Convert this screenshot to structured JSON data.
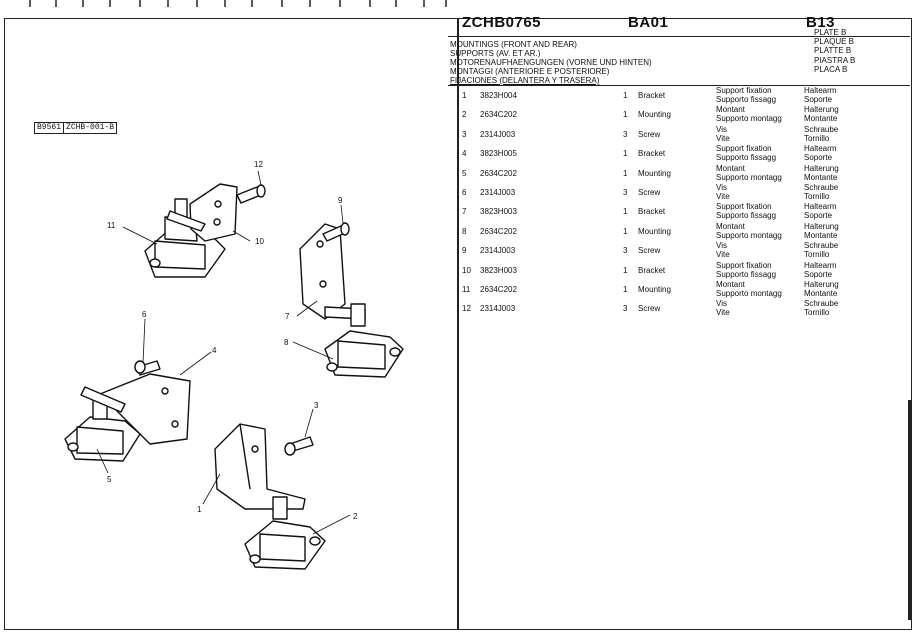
{
  "header": {
    "code": "ZCHB0765",
    "group": "BA01",
    "section": "B13"
  },
  "description_lines": [
    "MOUNTINGS (FRONT AND REAR)",
    "SUPPORTS (AV. ET AR.)",
    "MOTORENAUFHAENGUNGEN (VORNE UND HINTEN)",
    "MONTAGGI (ANTERIORE E POSTERIORE)",
    "FIJACIONES (DELANTERA Y TRASERA)"
  ],
  "plate_lines": [
    "PLATE B",
    "PLAQUE B",
    "PLATTE B",
    "PIASTRA B",
    "PLACA B"
  ],
  "drawing_ref": {
    "a": "B9561",
    "b": "ZCHB-001-B"
  },
  "callouts": [
    "1",
    "2",
    "3",
    "4",
    "5",
    "6",
    "7",
    "8",
    "9",
    "10",
    "11",
    "12"
  ],
  "parts": [
    {
      "num": "1",
      "part": "3823H004",
      "qty": "1",
      "desc": "Bracket",
      "fr1": "Support fixation",
      "fr2": "Supporto fissagg",
      "de1": "Haltearm",
      "de2": "Soporte"
    },
    {
      "num": "2",
      "part": "2634C202",
      "qty": "1",
      "desc": "Mounting",
      "fr1": "Montant",
      "fr2": "Supporto montagg",
      "de1": "Halterung",
      "de2": "Montante"
    },
    {
      "num": "3",
      "part": "2314J003",
      "qty": "3",
      "desc": "Screw",
      "fr1": "Vis",
      "fr2": "Vite",
      "de1": "Schraube",
      "de2": "Tornillo"
    },
    {
      "num": "4",
      "part": "3823H005",
      "qty": "1",
      "desc": "Bracket",
      "fr1": "Support fixation",
      "fr2": "Supporto fissagg",
      "de1": "Haltearm",
      "de2": "Soporte"
    },
    {
      "num": "5",
      "part": "2634C202",
      "qty": "1",
      "desc": "Mounting",
      "fr1": "Montant",
      "fr2": "Supporto montagg",
      "de1": "Halterung",
      "de2": "Montante"
    },
    {
      "num": "6",
      "part": "2314J003",
      "qty": "3",
      "desc": "Screw",
      "fr1": "Vis",
      "fr2": "Vite",
      "de1": "Schraube",
      "de2": "Tornillo"
    },
    {
      "num": "7",
      "part": "3823H003",
      "qty": "1",
      "desc": "Bracket",
      "fr1": "Support fixation",
      "fr2": "Supporto fissagg",
      "de1": "Haltearm",
      "de2": "Soporte"
    },
    {
      "num": "8",
      "part": "2634C202",
      "qty": "1",
      "desc": "Mounting",
      "fr1": "Montant",
      "fr2": "Supporto montagg",
      "de1": "Halterung",
      "de2": "Montante"
    },
    {
      "num": "9",
      "part": "2314J003",
      "qty": "3",
      "desc": "Screw",
      "fr1": "Vis",
      "fr2": "Vite",
      "de1": "Schraube",
      "de2": "Tornillo"
    },
    {
      "num": "10",
      "part": "3823H003",
      "qty": "1",
      "desc": "Bracket",
      "fr1": "Support fixation",
      "fr2": "Supporto fissagg",
      "de1": "Haltearm",
      "de2": "Soporte"
    },
    {
      "num": "11",
      "part": "2634C202",
      "qty": "1",
      "desc": "Mounting",
      "fr1": "Montant",
      "fr2": "Supporto montagg",
      "de1": "Halterung",
      "de2": "Montante"
    },
    {
      "num": "12",
      "part": "2314J003",
      "qty": "3",
      "desc": "Screw",
      "fr1": "Vis",
      "fr2": "Vite",
      "de1": "Schraube",
      "de2": "Tornillo"
    }
  ]
}
